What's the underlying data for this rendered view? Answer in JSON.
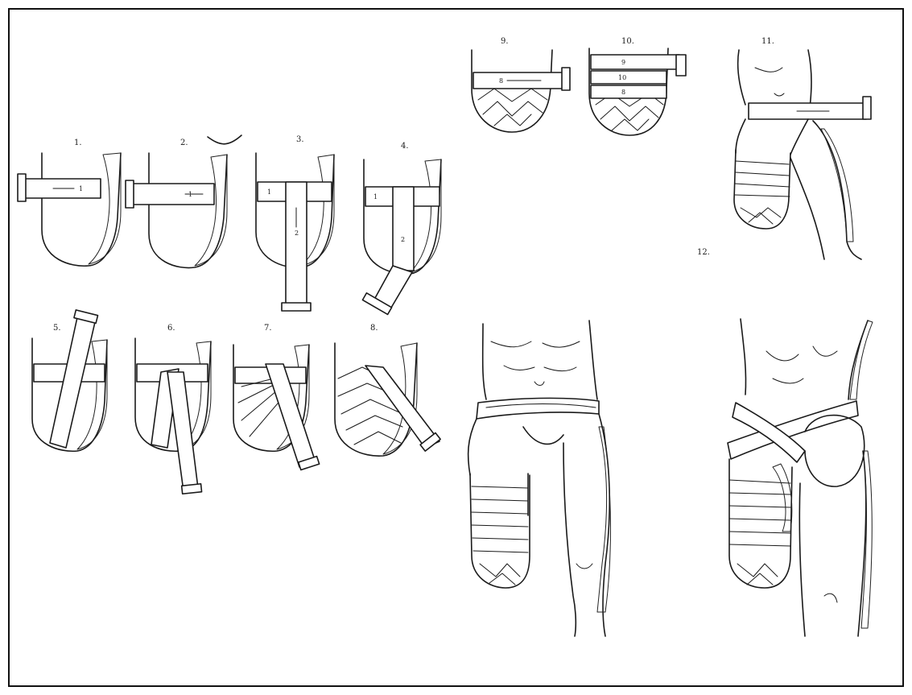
{
  "figure": {
    "step_labels": [
      "1.",
      "2.",
      "3.",
      "4.",
      "5.",
      "6.",
      "7.",
      "8.",
      "9.",
      "10.",
      "11.",
      "12."
    ],
    "band_numbers": {
      "s1": [
        "1"
      ],
      "s2": [
        "1"
      ],
      "s3": [
        "1",
        "2"
      ],
      "s4": [
        "1",
        "2"
      ],
      "s9": [
        "8"
      ],
      "s10": [
        "9",
        "10",
        "8"
      ]
    }
  }
}
